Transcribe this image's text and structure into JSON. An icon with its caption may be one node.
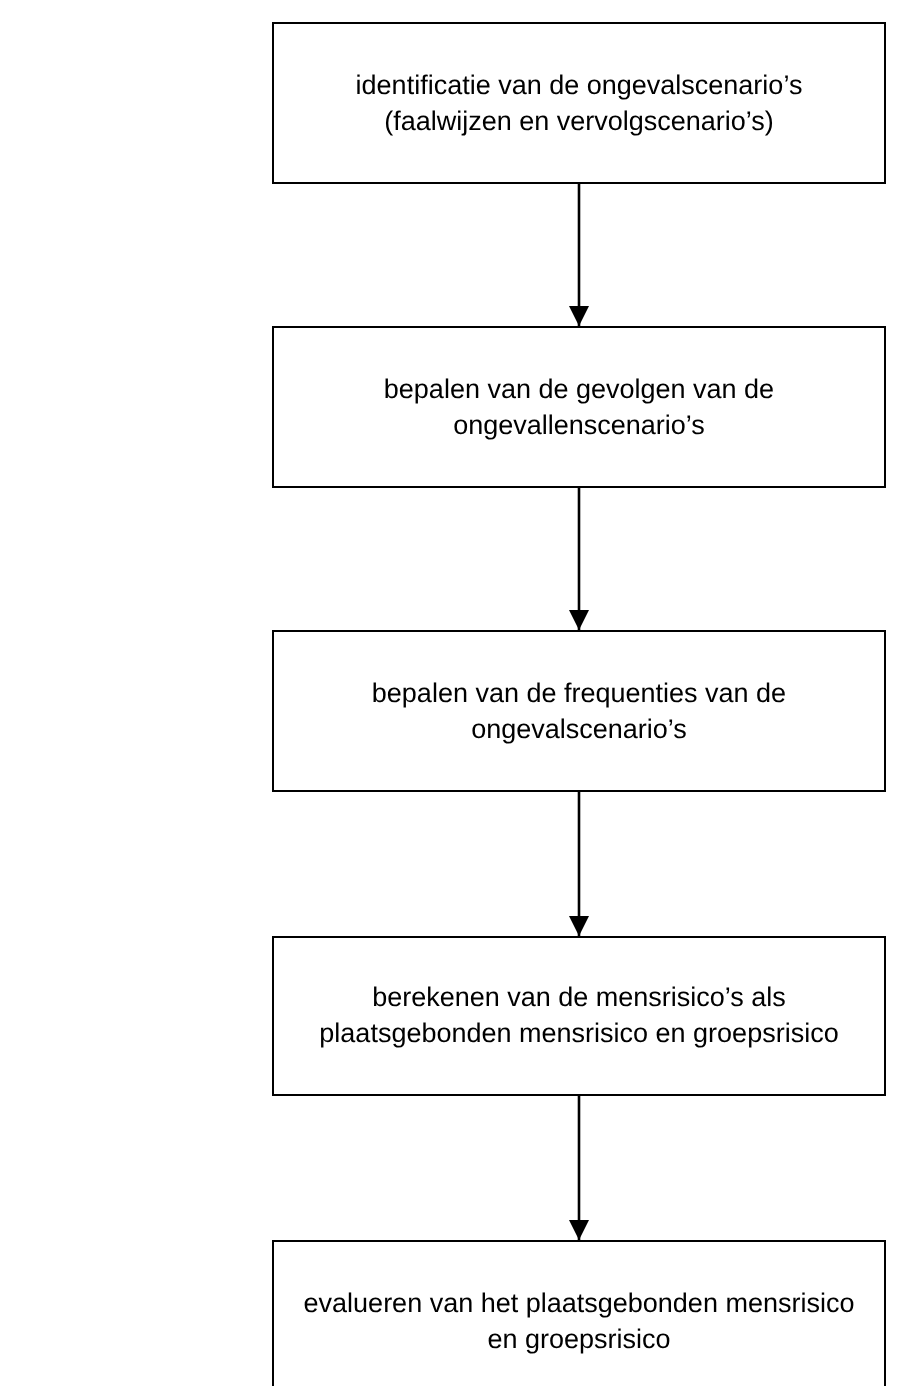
{
  "diagram": {
    "nodes": [
      {
        "text": [
          "identificatie van de ongevalscenario’s (faalwijzen en vervolgscenario’s)"
        ]
      },
      {
        "text": [
          "bepalen van de gevolgen van de ongevallenscenario’s"
        ]
      },
      {
        "text": [
          "bepalen van de frequenties van de ongevalscenario’s"
        ]
      },
      {
        "text": [
          "berekenen van de mensrisico’s als plaatsgebonden mensrisico en groepsrisico"
        ]
      },
      {
        "text": [
          "evalueren van het plaatsgebonden mensrisico en groepsrisico"
        ]
      }
    ],
    "edges": [
      {
        "from": 0,
        "to": 1,
        "arrow": "to"
      },
      {
        "from": 1,
        "to": 2,
        "arrow": "to"
      },
      {
        "from": 2,
        "to": 3,
        "arrow": "to"
      },
      {
        "from": 3,
        "to": 4,
        "arrow": "to"
      }
    ]
  }
}
